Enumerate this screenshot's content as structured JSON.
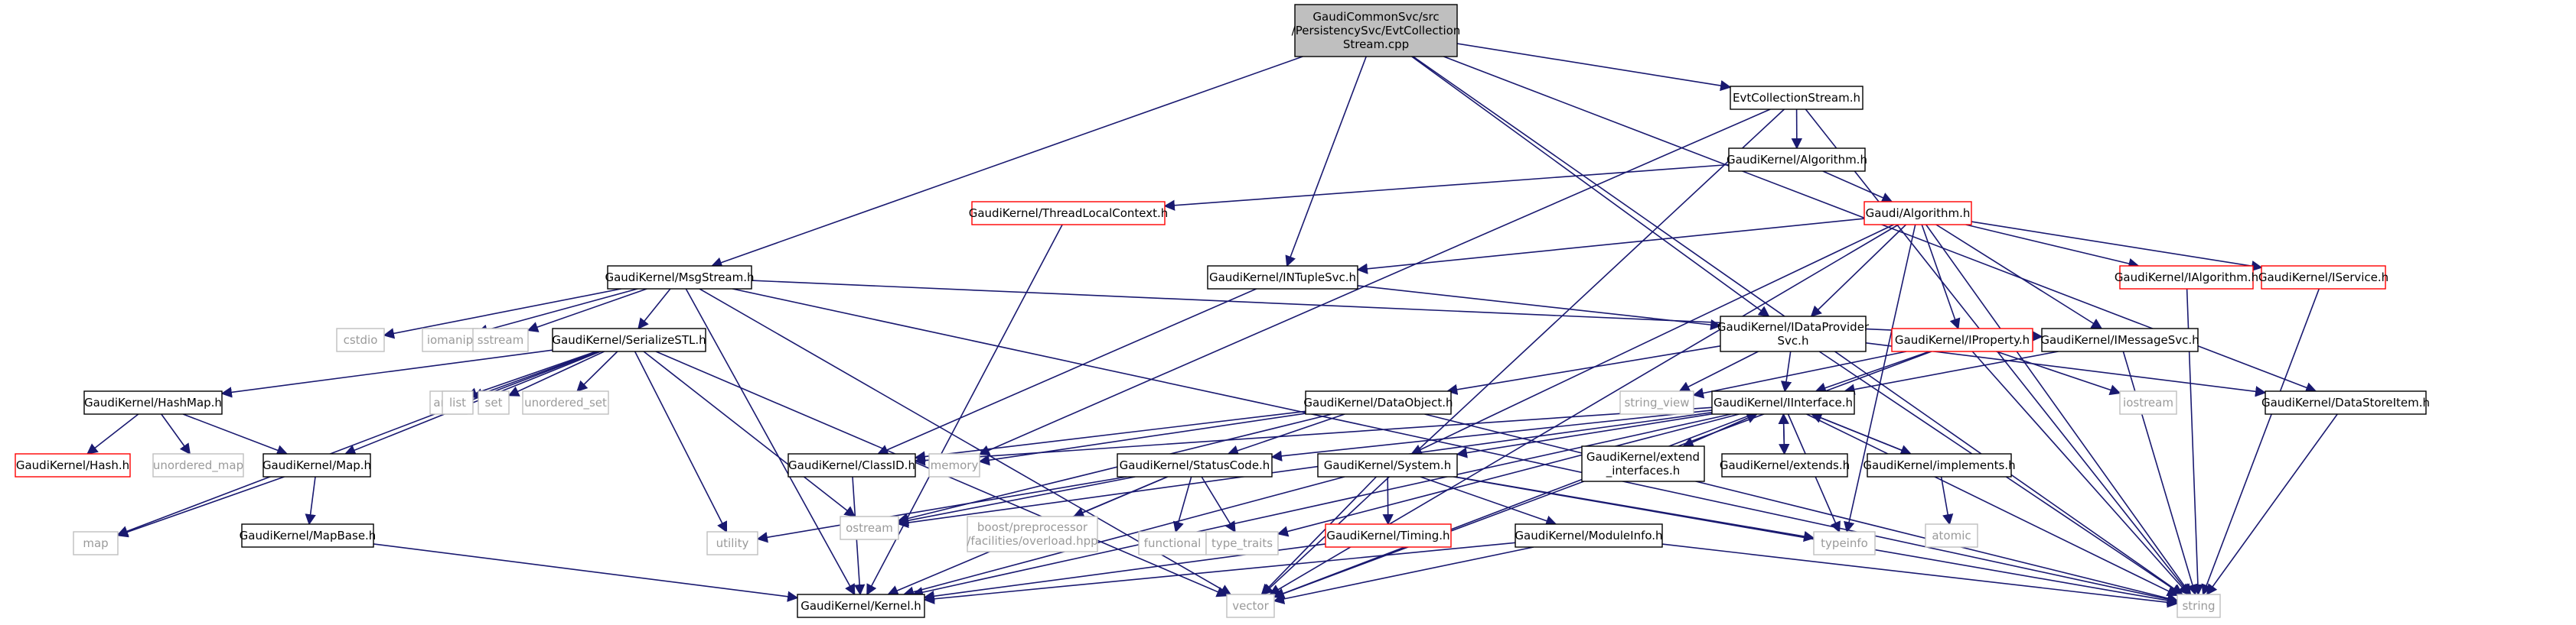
{
  "graph": {
    "nodes": [
      {
        "id": "root",
        "lines": [
          "GaudiCommonSvc/src",
          "/PersistencySvc/EvtCollection",
          "Stream.cpp"
        ],
        "kind": "root"
      },
      {
        "id": "evtcollection_h",
        "lines": [
          "EvtCollectionStream.h"
        ],
        "kind": "black"
      },
      {
        "id": "gk_algorithm_h",
        "lines": [
          "GaudiKernel/Algorithm.h"
        ],
        "kind": "black"
      },
      {
        "id": "gk_threadlocal",
        "lines": [
          "GaudiKernel/ThreadLocalContext.h"
        ],
        "kind": "red"
      },
      {
        "id": "gaudi_algorithm_h",
        "lines": [
          "Gaudi/Algorithm.h"
        ],
        "kind": "red"
      },
      {
        "id": "gk_msgstream",
        "lines": [
          "GaudiKernel/MsgStream.h"
        ],
        "kind": "black"
      },
      {
        "id": "gk_intuplesvc",
        "lines": [
          "GaudiKernel/INTupleSvc.h"
        ],
        "kind": "black"
      },
      {
        "id": "gk_ialgorithm",
        "lines": [
          "GaudiKernel/IAlgorithm.h"
        ],
        "kind": "red"
      },
      {
        "id": "gk_iservice",
        "lines": [
          "GaudiKernel/IService.h"
        ],
        "kind": "red"
      },
      {
        "id": "cstdio",
        "lines": [
          "cstdio"
        ],
        "kind": "gray"
      },
      {
        "id": "iomanip",
        "lines": [
          "iomanip"
        ],
        "kind": "gray"
      },
      {
        "id": "sstream",
        "lines": [
          "sstream"
        ],
        "kind": "gray"
      },
      {
        "id": "gk_serializestl",
        "lines": [
          "GaudiKernel/SerializeSTL.h"
        ],
        "kind": "black"
      },
      {
        "id": "gk_idataprovider",
        "lines": [
          "GaudiKernel/IDataProvider",
          "Svc.h"
        ],
        "kind": "black"
      },
      {
        "id": "gk_iproperty",
        "lines": [
          "GaudiKernel/IProperty.h"
        ],
        "kind": "red"
      },
      {
        "id": "gk_imessagesvc",
        "lines": [
          "GaudiKernel/IMessageSvc.h"
        ],
        "kind": "black"
      },
      {
        "id": "array",
        "lines": [
          "array"
        ],
        "kind": "gray"
      },
      {
        "id": "list",
        "lines": [
          "list"
        ],
        "kind": "gray"
      },
      {
        "id": "set",
        "lines": [
          "set"
        ],
        "kind": "gray"
      },
      {
        "id": "unordered_set",
        "lines": [
          "unordered_set"
        ],
        "kind": "gray"
      },
      {
        "id": "gk_hashmap",
        "lines": [
          "GaudiKernel/HashMap.h"
        ],
        "kind": "black"
      },
      {
        "id": "gk_dataobject",
        "lines": [
          "GaudiKernel/DataObject.h"
        ],
        "kind": "black"
      },
      {
        "id": "string_view",
        "lines": [
          "string_view"
        ],
        "kind": "gray"
      },
      {
        "id": "gk_iinterface",
        "lines": [
          "GaudiKernel/IInterface.h"
        ],
        "kind": "black"
      },
      {
        "id": "iostream",
        "lines": [
          "iostream"
        ],
        "kind": "gray"
      },
      {
        "id": "gk_datastoreitem",
        "lines": [
          "GaudiKernel/DataStoreItem.h"
        ],
        "kind": "black"
      },
      {
        "id": "gk_hash",
        "lines": [
          "GaudiKernel/Hash.h"
        ],
        "kind": "red"
      },
      {
        "id": "unordered_map",
        "lines": [
          "unordered_map"
        ],
        "kind": "gray"
      },
      {
        "id": "gk_map",
        "lines": [
          "GaudiKernel/Map.h"
        ],
        "kind": "black"
      },
      {
        "id": "gk_classid",
        "lines": [
          "GaudiKernel/ClassID.h"
        ],
        "kind": "black"
      },
      {
        "id": "memory",
        "lines": [
          "memory"
        ],
        "kind": "gray"
      },
      {
        "id": "gk_statuscode",
        "lines": [
          "GaudiKernel/StatusCode.h"
        ],
        "kind": "black"
      },
      {
        "id": "gk_system",
        "lines": [
          "GaudiKernel/System.h"
        ],
        "kind": "black"
      },
      {
        "id": "gk_extend_interfaces",
        "lines": [
          "GaudiKernel/extend",
          "_interfaces.h"
        ],
        "kind": "black"
      },
      {
        "id": "gk_extends",
        "lines": [
          "GaudiKernel/extends.h"
        ],
        "kind": "black"
      },
      {
        "id": "gk_implements",
        "lines": [
          "GaudiKernel/implements.h"
        ],
        "kind": "black"
      },
      {
        "id": "map",
        "lines": [
          "map"
        ],
        "kind": "gray"
      },
      {
        "id": "gk_mapbase",
        "lines": [
          "GaudiKernel/MapBase.h"
        ],
        "kind": "black"
      },
      {
        "id": "utility",
        "lines": [
          "utility"
        ],
        "kind": "gray"
      },
      {
        "id": "ostream",
        "lines": [
          "ostream"
        ],
        "kind": "gray"
      },
      {
        "id": "boost_overload",
        "lines": [
          "boost/preprocessor",
          "/facilities/overload.hpp"
        ],
        "kind": "gray"
      },
      {
        "id": "functional",
        "lines": [
          "functional"
        ],
        "kind": "gray"
      },
      {
        "id": "type_traits",
        "lines": [
          "type_traits"
        ],
        "kind": "gray"
      },
      {
        "id": "gk_timing",
        "lines": [
          "GaudiKernel/Timing.h"
        ],
        "kind": "red"
      },
      {
        "id": "gk_moduleinfo",
        "lines": [
          "GaudiKernel/ModuleInfo.h"
        ],
        "kind": "black"
      },
      {
        "id": "typeinfo",
        "lines": [
          "typeinfo"
        ],
        "kind": "gray"
      },
      {
        "id": "atomic",
        "lines": [
          "atomic"
        ],
        "kind": "gray"
      },
      {
        "id": "gk_kernel",
        "lines": [
          "GaudiKernel/Kernel.h"
        ],
        "kind": "black"
      },
      {
        "id": "vector",
        "lines": [
          "vector"
        ],
        "kind": "gray"
      },
      {
        "id": "string",
        "lines": [
          "string"
        ],
        "kind": "gray"
      }
    ],
    "edges": [
      [
        "root",
        "evtcollection_h"
      ],
      [
        "root",
        "gk_msgstream"
      ],
      [
        "root",
        "gk_intuplesvc"
      ],
      [
        "root",
        "gk_idataprovider"
      ],
      [
        "root",
        "gk_datastoreitem"
      ],
      [
        "root",
        "string"
      ],
      [
        "evtcollection_h",
        "gk_algorithm_h"
      ],
      [
        "evtcollection_h",
        "memory"
      ],
      [
        "evtcollection_h",
        "vector"
      ],
      [
        "evtcollection_h",
        "string"
      ],
      [
        "gk_algorithm_h",
        "gk_threadlocal"
      ],
      [
        "gk_algorithm_h",
        "gaudi_algorithm_h"
      ],
      [
        "gk_threadlocal",
        "gk_kernel"
      ],
      [
        "gaudi_algorithm_h",
        "gk_intuplesvc"
      ],
      [
        "gaudi_algorithm_h",
        "gk_idataprovider"
      ],
      [
        "gaudi_algorithm_h",
        "gk_iproperty"
      ],
      [
        "gaudi_algorithm_h",
        "gk_imessagesvc"
      ],
      [
        "gaudi_algorithm_h",
        "gk_ialgorithm"
      ],
      [
        "gaudi_algorithm_h",
        "gk_iservice"
      ],
      [
        "gaudi_algorithm_h",
        "gk_system"
      ],
      [
        "gaudi_algorithm_h",
        "typeinfo"
      ],
      [
        "gaudi_algorithm_h",
        "string"
      ],
      [
        "gaudi_algorithm_h",
        "vector"
      ],
      [
        "gk_msgstream",
        "cstdio"
      ],
      [
        "gk_msgstream",
        "iomanip"
      ],
      [
        "gk_msgstream",
        "sstream"
      ],
      [
        "gk_msgstream",
        "gk_serializestl"
      ],
      [
        "gk_msgstream",
        "gk_imessagesvc"
      ],
      [
        "gk_msgstream",
        "gk_kernel"
      ],
      [
        "gk_msgstream",
        "string"
      ],
      [
        "gk_msgstream",
        "vector"
      ],
      [
        "gk_intuplesvc",
        "gk_idataprovider"
      ],
      [
        "gk_intuplesvc",
        "gk_classid"
      ],
      [
        "gk_ialgorithm",
        "string"
      ],
      [
        "gk_iservice",
        "string"
      ],
      [
        "gk_serializestl",
        "array"
      ],
      [
        "gk_serializestl",
        "list"
      ],
      [
        "gk_serializestl",
        "set"
      ],
      [
        "gk_serializestl",
        "unordered_set"
      ],
      [
        "gk_serializestl",
        "gk_hashmap"
      ],
      [
        "gk_serializestl",
        "gk_map"
      ],
      [
        "gk_serializestl",
        "map"
      ],
      [
        "gk_serializestl",
        "utility"
      ],
      [
        "gk_serializestl",
        "ostream"
      ],
      [
        "gk_serializestl",
        "vector"
      ],
      [
        "gk_idataprovider",
        "gk_dataobject"
      ],
      [
        "gk_idataprovider",
        "string_view"
      ],
      [
        "gk_idataprovider",
        "gk_iinterface"
      ],
      [
        "gk_idataprovider",
        "gk_datastoreitem"
      ],
      [
        "gk_idataprovider",
        "string"
      ],
      [
        "gk_iproperty",
        "string_view"
      ],
      [
        "gk_iproperty",
        "gk_iinterface"
      ],
      [
        "gk_iproperty",
        "iostream"
      ],
      [
        "gk_iproperty",
        "string"
      ],
      [
        "gk_iproperty",
        "vector"
      ],
      [
        "gk_imessagesvc",
        "gk_iinterface"
      ],
      [
        "gk_imessagesvc",
        "string"
      ],
      [
        "gk_hashmap",
        "gk_hash"
      ],
      [
        "gk_hashmap",
        "unordered_map"
      ],
      [
        "gk_hashmap",
        "gk_map"
      ],
      [
        "gk_dataobject",
        "gk_classid"
      ],
      [
        "gk_dataobject",
        "gk_statuscode"
      ],
      [
        "gk_dataobject",
        "memory"
      ],
      [
        "gk_dataobject",
        "ostream"
      ],
      [
        "gk_dataobject",
        "string"
      ],
      [
        "gk_iinterface",
        "gk_classid"
      ],
      [
        "gk_iinterface",
        "gk_statuscode"
      ],
      [
        "gk_iinterface",
        "gk_system"
      ],
      [
        "gk_iinterface",
        "gk_extend_interfaces"
      ],
      [
        "gk_iinterface",
        "gk_extends"
      ],
      [
        "gk_iinterface",
        "gk_implements"
      ],
      [
        "gk_iinterface",
        "type_traits"
      ],
      [
        "gk_iinterface",
        "typeinfo"
      ],
      [
        "gk_iinterface",
        "ostream"
      ],
      [
        "gk_iinterface",
        "string"
      ],
      [
        "gk_iinterface",
        "vector"
      ],
      [
        "gk_iinterface",
        "gk_kernel"
      ],
      [
        "gk_extend_interfaces",
        "gk_iinterface"
      ],
      [
        "gk_extends",
        "gk_iinterface"
      ],
      [
        "gk_implements",
        "gk_iinterface"
      ],
      [
        "gk_implements",
        "atomic"
      ],
      [
        "gk_datastoreitem",
        "string"
      ],
      [
        "gk_map",
        "map"
      ],
      [
        "gk_map",
        "gk_mapbase"
      ],
      [
        "gk_mapbase",
        "gk_kernel"
      ],
      [
        "gk_classid",
        "gk_kernel"
      ],
      [
        "gk_statuscode",
        "utility"
      ],
      [
        "gk_statuscode",
        "ostream"
      ],
      [
        "gk_statuscode",
        "boost_overload"
      ],
      [
        "gk_statuscode",
        "functional"
      ],
      [
        "gk_statuscode",
        "type_traits"
      ],
      [
        "gk_statuscode",
        "gk_kernel"
      ],
      [
        "gk_system",
        "gk_timing"
      ],
      [
        "gk_system",
        "gk_moduleinfo"
      ],
      [
        "gk_system",
        "typeinfo"
      ],
      [
        "gk_system",
        "vector"
      ],
      [
        "gk_system",
        "string"
      ],
      [
        "gk_system",
        "gk_kernel"
      ],
      [
        "gk_timing",
        "gk_kernel"
      ],
      [
        "gk_moduleinfo",
        "vector"
      ],
      [
        "gk_moduleinfo",
        "string"
      ],
      [
        "gk_moduleinfo",
        "gk_kernel"
      ]
    ]
  },
  "colors": {
    "edge": "#191970",
    "node_border": "#000000",
    "node_red_border": "#ff0000",
    "node_gray_border": "#bfbfbf",
    "root_fill": "#bfbfbf",
    "gray_text": "#9a9a9a"
  }
}
